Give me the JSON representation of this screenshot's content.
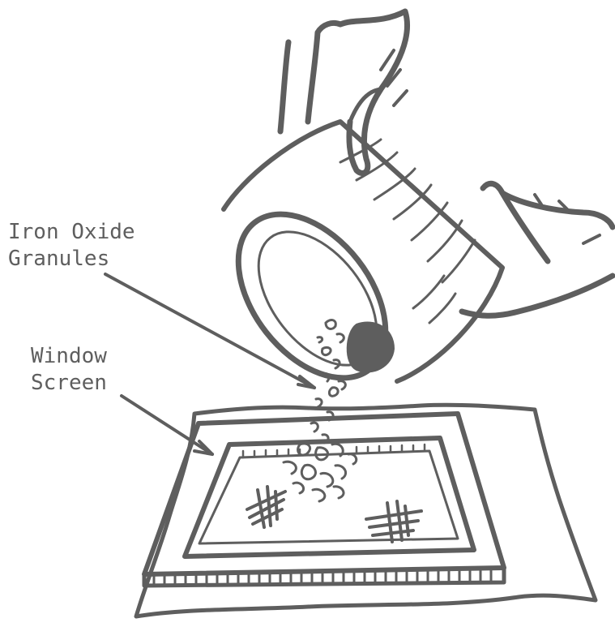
{
  "labels": {
    "iron_oxide": {
      "line1": "Iron Oxide",
      "line2": "Granules"
    },
    "window_screen": {
      "line1": "Window",
      "line2": "Screen"
    }
  },
  "colors": {
    "ink": "#5e5e5e",
    "background": "#ffffff"
  }
}
